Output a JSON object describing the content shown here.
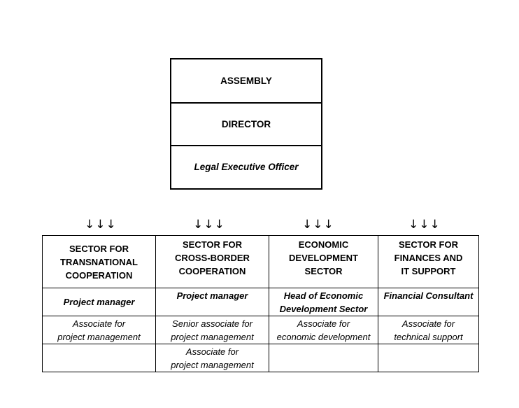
{
  "top": {
    "assembly": "ASSEMBLY",
    "director": "DIRECTOR",
    "legal": "Legal Executive Officer"
  },
  "arrows": "↓↓↓",
  "sectors": [
    {
      "title_lines": [
        "SECTOR FOR",
        "TRANSNATIONAL",
        "COOPERATION"
      ],
      "role_lines": [
        "Project manager"
      ],
      "associate_lines": [
        "Associate for",
        "project management"
      ],
      "extra_lines": []
    },
    {
      "title_lines": [
        "SECTOR FOR",
        "CROSS-BORDER",
        "COOPERATION"
      ],
      "role_lines": [
        "Project manager"
      ],
      "associate_lines": [
        "Senior associate for",
        "project management"
      ],
      "extra_lines": [
        "Associate for",
        "project management"
      ]
    },
    {
      "title_lines": [
        "ECONOMIC",
        "DEVELOPMENT",
        "SECTOR"
      ],
      "role_lines": [
        "Head of Economic",
        "Development Sector"
      ],
      "associate_lines": [
        "Associate for",
        "economic development"
      ],
      "extra_lines": []
    },
    {
      "title_lines": [
        "SECTOR FOR",
        "FINANCES AND",
        "IT SUPPORT"
      ],
      "role_lines": [
        "Financial Consultant"
      ],
      "associate_lines": [
        "Associate for",
        "technical support"
      ],
      "extra_lines": []
    }
  ]
}
